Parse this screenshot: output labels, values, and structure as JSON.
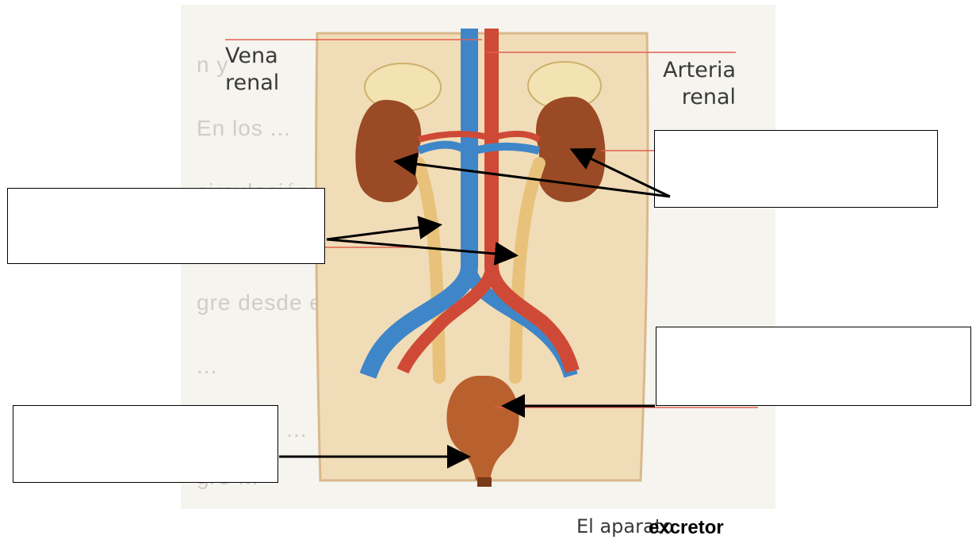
{
  "labels": {
    "vena_renal": [
      "Vena",
      "renal"
    ],
    "arteria_renal": [
      "Arteria",
      "renal"
    ]
  },
  "caption": {
    "part1": "El aparato",
    "part2": "excretor"
  },
  "answer_boxes": [
    {
      "id": "kidneys",
      "value": ""
    },
    {
      "id": "ureters",
      "value": ""
    },
    {
      "id": "bladder",
      "value": ""
    },
    {
      "id": "urethra",
      "value": ""
    }
  ],
  "colors": {
    "vein": "#3f86c9",
    "artery": "#cf4a36",
    "kidney": "#9a4a24",
    "ureter": "#e8c27a",
    "bladder": "#b9602f",
    "torso": "#f1dcb8",
    "leader_line": "#e06050"
  }
}
